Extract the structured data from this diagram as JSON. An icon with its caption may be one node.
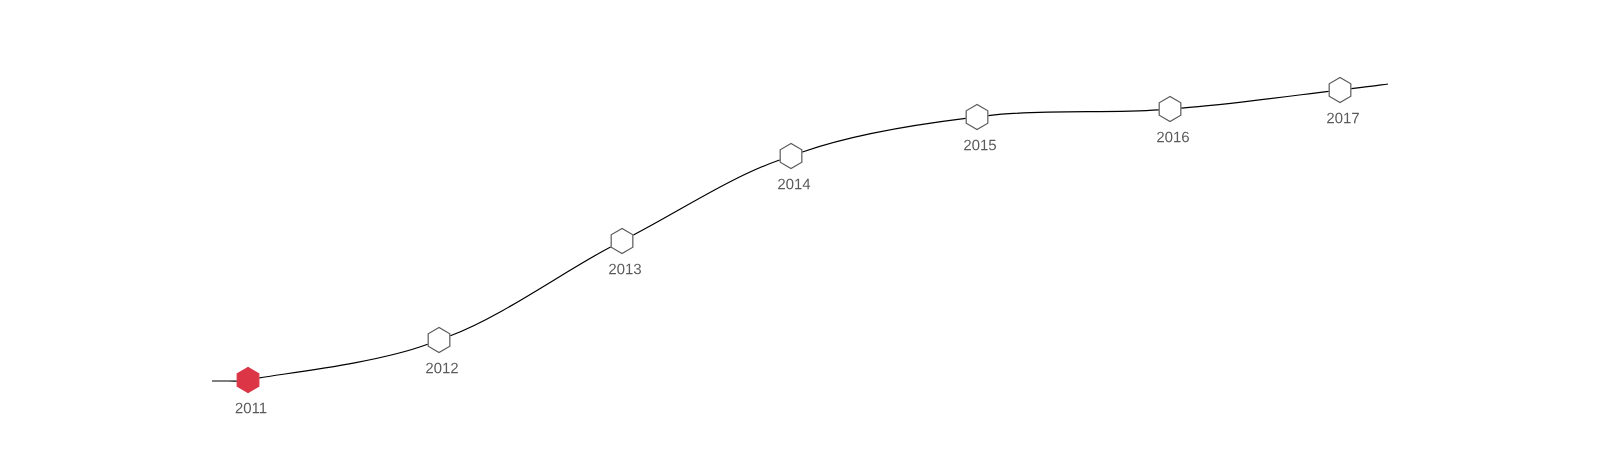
{
  "diagram": {
    "nodes": [
      {
        "text": [],
        "shape": "hexagon",
        "beside": [
          "2011"
        ]
      },
      {
        "text": [],
        "shape": "hexagon",
        "beside": [
          "2012"
        ]
      },
      {
        "text": [],
        "shape": "hexagon",
        "beside": [
          "2013"
        ]
      },
      {
        "text": [],
        "shape": "hexagon",
        "beside": [
          "2014"
        ]
      },
      {
        "text": [],
        "shape": "hexagon",
        "beside": [
          "2015"
        ]
      },
      {
        "text": [],
        "shape": "hexagon",
        "beside": [
          "2016"
        ]
      },
      {
        "text": [],
        "shape": "hexagon",
        "beside": [
          "2017"
        ]
      }
    ],
    "edges": [
      {
        "from": null,
        "to": 0,
        "arrow": "none"
      },
      {
        "from": 0,
        "to": 1,
        "arrow": "none"
      },
      {
        "from": 1,
        "to": 2,
        "arrow": "none"
      },
      {
        "from": 2,
        "to": 3,
        "arrow": "none"
      },
      {
        "from": 3,
        "to": 4,
        "arrow": "none"
      },
      {
        "from": 4,
        "to": 5,
        "arrow": "none"
      },
      {
        "from": 5,
        "to": 6,
        "arrow": "none"
      },
      {
        "from": 6,
        "to": null,
        "arrow": "none"
      }
    ]
  }
}
